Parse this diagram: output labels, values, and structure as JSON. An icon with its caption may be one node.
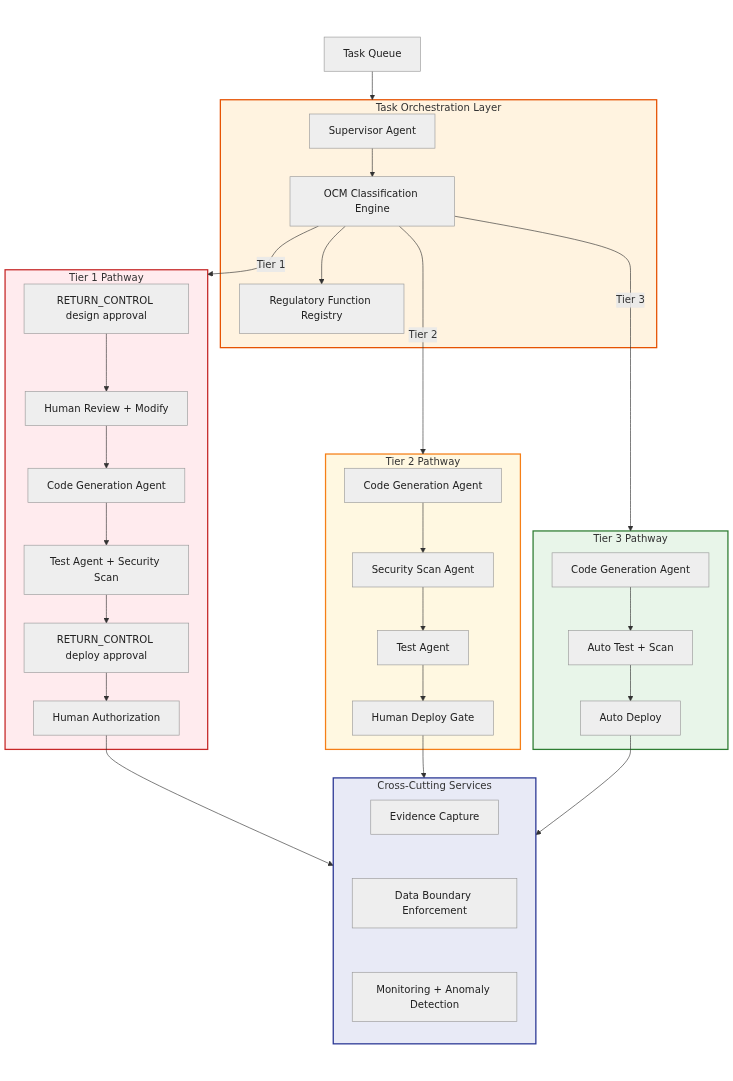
{
  "diagram": {
    "nodes": [
      {
        "text": [
          "Task Queue"
        ]
      },
      {
        "text": [
          "Task Orchestration Layer"
        ]
      },
      {
        "text": [
          "Supervisor Agent"
        ],
        "in": 1
      },
      {
        "text": [
          "OCM Classification Engine"
        ],
        "in": 1
      },
      {
        "text": [
          "Regulatory Function Registry"
        ],
        "in": 1
      },
      {
        "text": [
          "Tier 1 Pathway"
        ]
      },
      {
        "text": [
          "RETURN_CONTROL design approval"
        ],
        "in": 5
      },
      {
        "text": [
          "Human Review + Modify"
        ],
        "in": 5
      },
      {
        "text": [
          "Code Generation Agent"
        ],
        "in": 5
      },
      {
        "text": [
          "Test Agent + Security Scan"
        ],
        "in": 5
      },
      {
        "text": [
          "RETURN_CONTROL deploy approval"
        ],
        "in": 5
      },
      {
        "text": [
          "Human Authorization"
        ],
        "in": 5
      },
      {
        "text": [
          "Tier 2 Pathway"
        ]
      },
      {
        "text": [
          "Code Generation Agent"
        ],
        "in": 12
      },
      {
        "text": [
          "Security Scan Agent"
        ],
        "in": 12
      },
      {
        "text": [
          "Test Agent"
        ],
        "in": 12
      },
      {
        "text": [
          "Human Deploy Gate"
        ],
        "in": 12
      },
      {
        "text": [
          "Tier 3 Pathway"
        ]
      },
      {
        "text": [
          "Code Generation Agent"
        ],
        "in": 17
      },
      {
        "text": [
          "Auto Test + Scan"
        ],
        "in": 17
      },
      {
        "text": [
          "Auto Deploy"
        ],
        "in": 17
      },
      {
        "text": [
          "Cross-Cutting Services"
        ]
      },
      {
        "text": [
          "Evidence Capture"
        ],
        "in": 21
      },
      {
        "text": [
          "Data Boundary Enforcement"
        ],
        "in": 21
      },
      {
        "text": [
          "Monitoring + Anomaly Detection"
        ],
        "in": 21
      }
    ],
    "edges": [
      {
        "from": 0,
        "to": 1,
        "arrow": "to"
      },
      {
        "from": 2,
        "to": 3,
        "arrow": "to"
      },
      {
        "from": 3,
        "to": 5,
        "arrow": "to",
        "label": "Tier 1"
      },
      {
        "from": 3,
        "to": 4,
        "arrow": "to"
      },
      {
        "from": 3,
        "to": 12,
        "arrow": "to",
        "label": "Tier 2"
      },
      {
        "from": 3,
        "to": 17,
        "arrow": "to",
        "label": "Tier 3"
      },
      {
        "from": 6,
        "to": 7,
        "arrow": "to"
      },
      {
        "from": 7,
        "to": 8,
        "arrow": "to"
      },
      {
        "from": 8,
        "to": 9,
        "arrow": "to"
      },
      {
        "from": 9,
        "to": 10,
        "arrow": "to"
      },
      {
        "from": 10,
        "to": 11,
        "arrow": "to"
      },
      {
        "from": 13,
        "to": 14,
        "arrow": "to"
      },
      {
        "from": 14,
        "to": 15,
        "arrow": "to"
      },
      {
        "from": 15,
        "to": 16,
        "arrow": "to"
      },
      {
        "from": 18,
        "to": 19,
        "arrow": "to"
      },
      {
        "from": 19,
        "to": 20,
        "arrow": "to"
      },
      {
        "from": 11,
        "to": 21,
        "arrow": "to"
      },
      {
        "from": 16,
        "to": 21,
        "arrow": "to"
      },
      {
        "from": 20,
        "to": 21,
        "arrow": "to"
      }
    ]
  }
}
